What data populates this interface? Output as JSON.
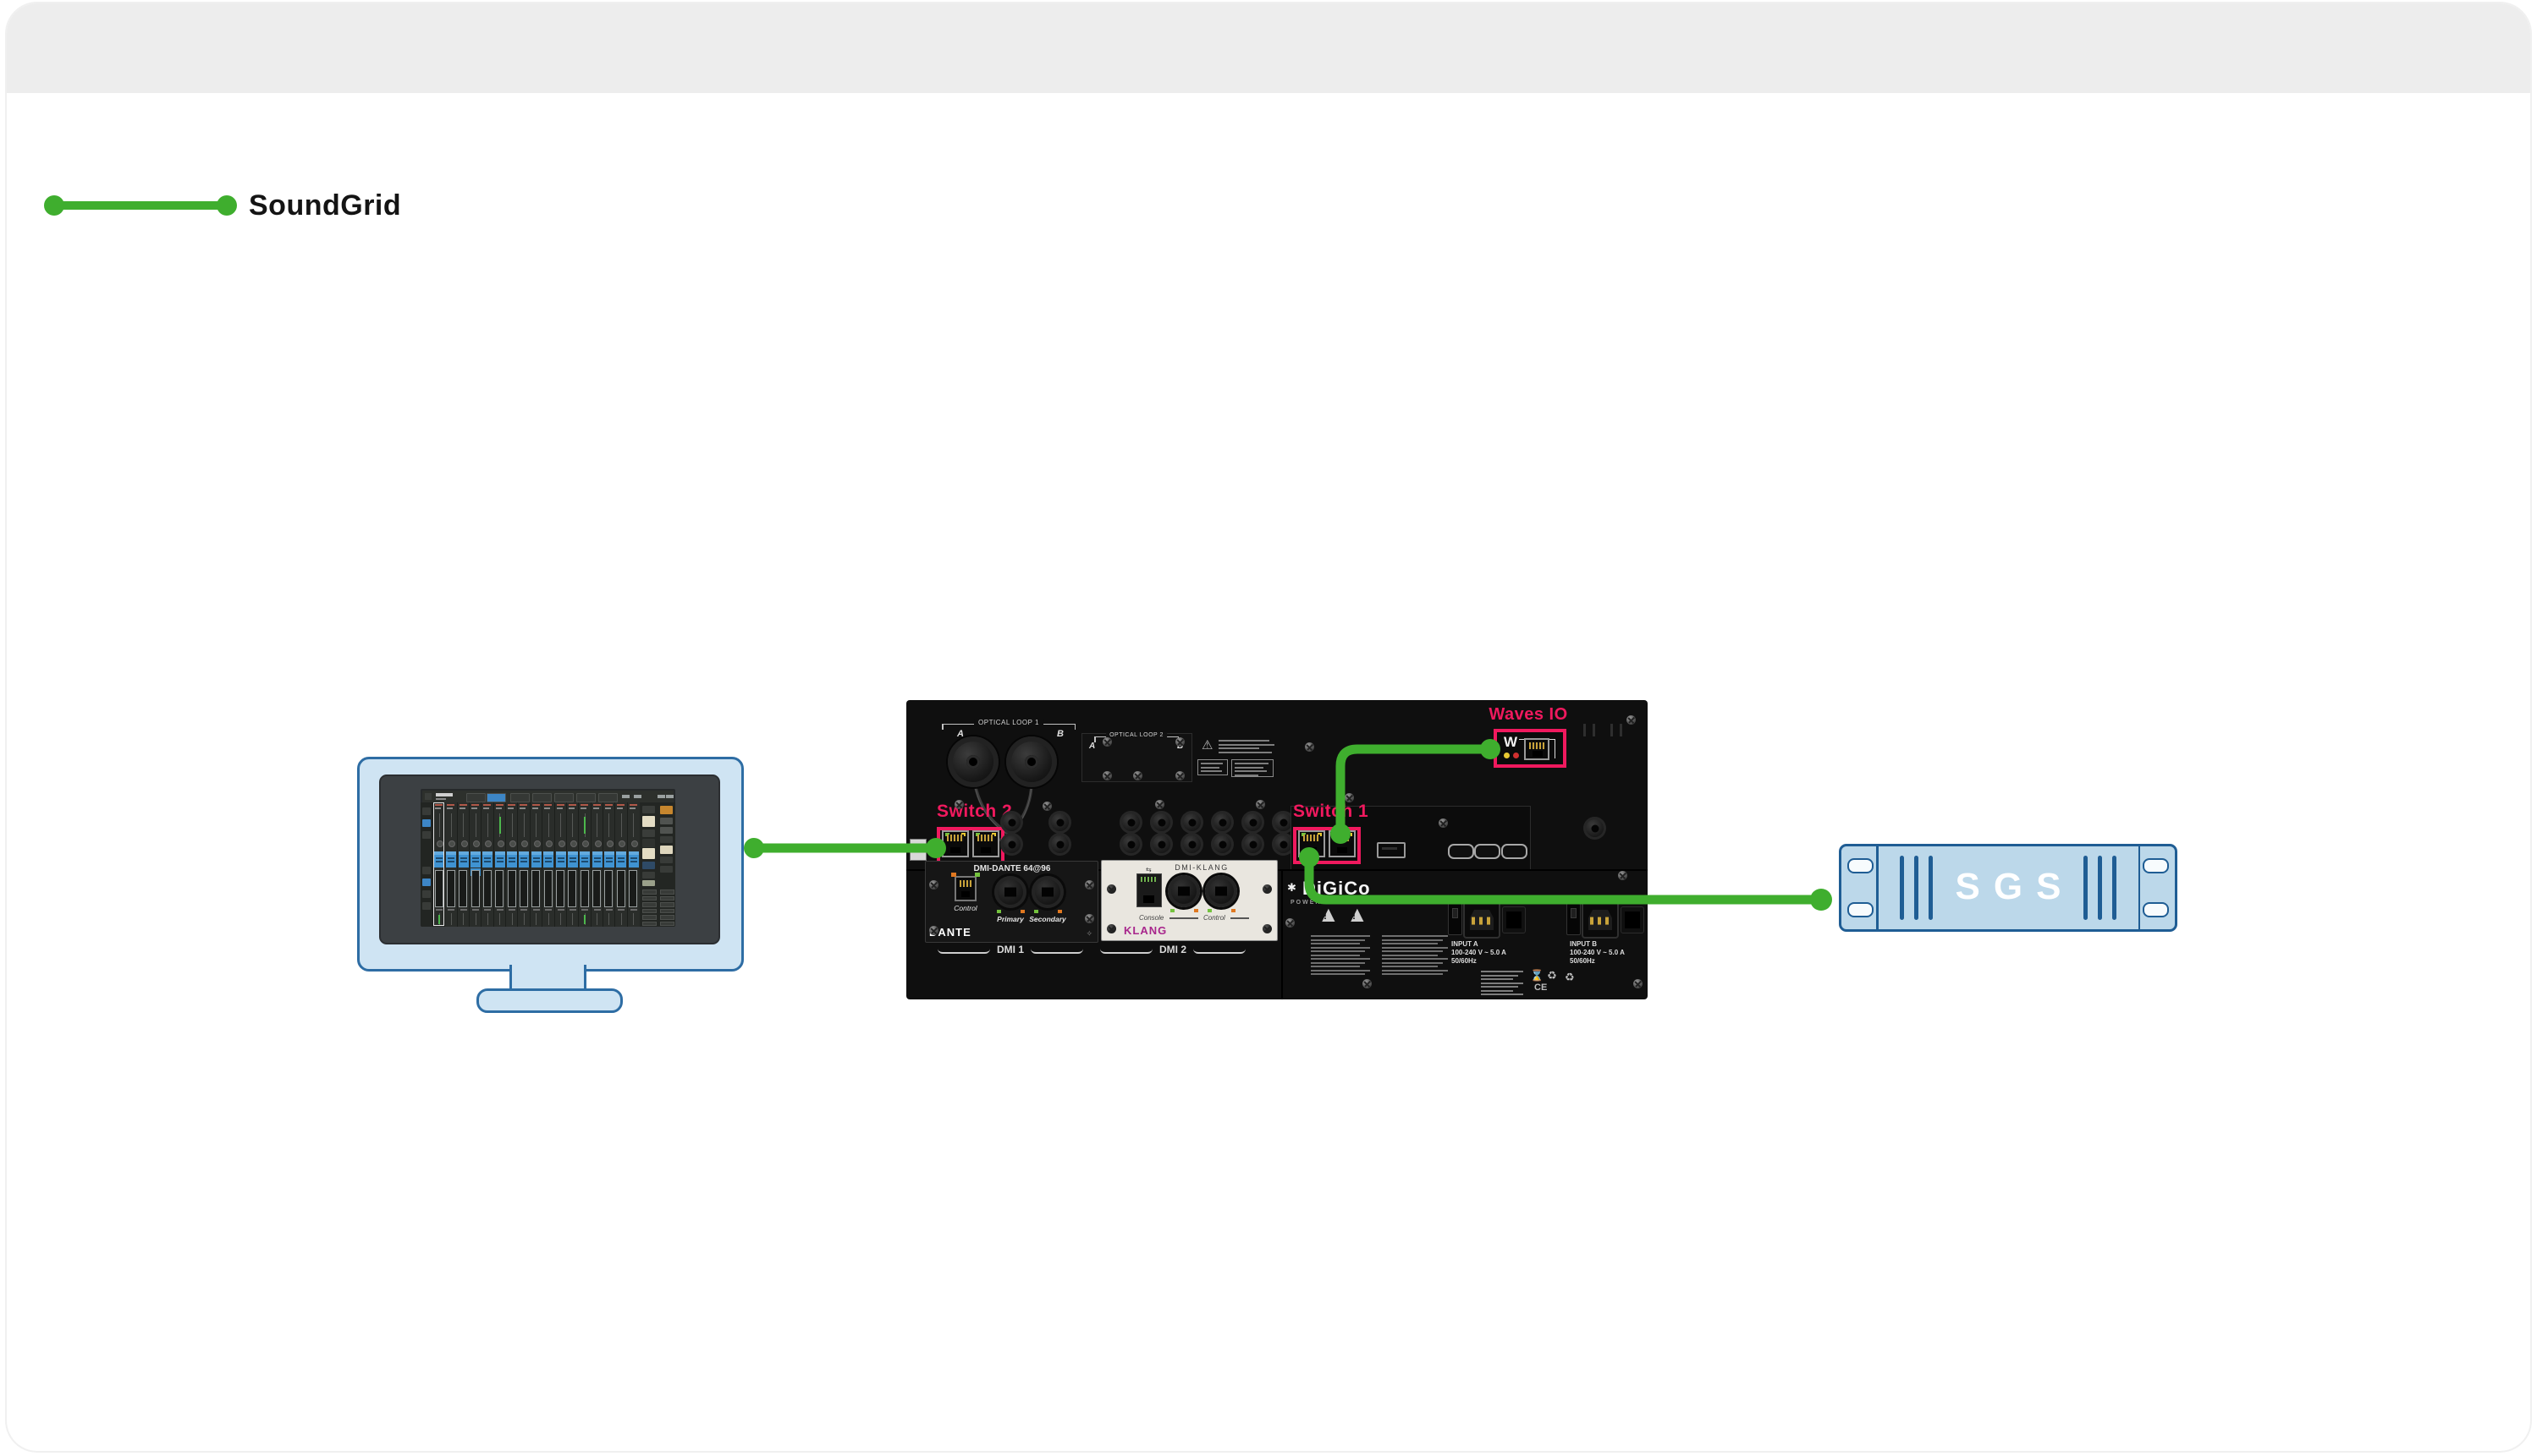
{
  "colors": {
    "soundgrid_green": "#3fae2e",
    "highlight_pink": "#f0195e",
    "device_blue_fill": "#cfe4f3",
    "device_blue_border": "#2e6da4"
  },
  "legend": {
    "label": "SoundGrid"
  },
  "console": {
    "optical_loop_1": {
      "label": "OPTICAL LOOP 1",
      "port_a": "A",
      "port_b": "B"
    },
    "optical_loop_2": {
      "label": "OPTICAL LOOP 2",
      "port_a": "A",
      "port_b": "B"
    },
    "switch_2_label": "Switch 2",
    "switch_1_label": "Switch 1",
    "waves_io_label": "Waves IO",
    "waves_logo": "W",
    "brand": "DiGiCo",
    "brand_sub": "POWER S",
    "dmi_slot_1": {
      "title": "DMI-DANTE 64@96",
      "control": "Control",
      "primary": "Primary",
      "secondary": "Secondary",
      "name": "DANTE",
      "slot_label": "DMI 1"
    },
    "dmi_slot_2": {
      "title": "DMI-KLANG",
      "console_port": "Console",
      "control_port": "Control",
      "name": "KLANG",
      "slot_label": "DMI 2"
    },
    "power": {
      "input_a": [
        "INPUT A",
        "100-240 V ~ 5.0 A",
        "50/60Hz"
      ],
      "input_b": [
        "INPUT B",
        "100-240 V ~ 5.0 A",
        "50/60Hz"
      ],
      "ce_mark": "CE"
    }
  },
  "sgs": {
    "label": "SGS"
  }
}
